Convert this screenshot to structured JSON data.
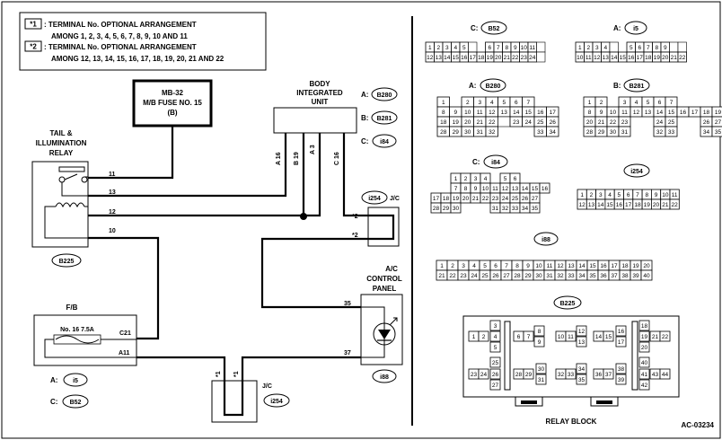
{
  "legend": {
    "items": [
      {
        "mark": "*1",
        "line1": ": TERMINAL No. OPTIONAL ARRANGEMENT",
        "line2": "AMONG 1, 2, 3, 4, 5, 6, 7, 8, 9, 10 AND 11"
      },
      {
        "mark": "*2",
        "line1": ": TERMINAL No. OPTIONAL ARRANGEMENT",
        "line2": "AMONG 12, 13, 14, 15, 16, 17, 18, 19, 20, 21 AND 22"
      }
    ]
  },
  "fuse_box": {
    "line1": "MB-32",
    "line2": "M/B FUSE NO. 15",
    "line3": "(B)"
  },
  "relay": {
    "title_line1": "TAIL &",
    "title_line2": "ILLUMINATION",
    "title_line3": "RELAY",
    "pins": [
      "11",
      "13",
      "12",
      "10"
    ],
    "connector": "B225"
  },
  "biu": {
    "title_line1": "BODY",
    "title_line2": "INTEGRATED",
    "title_line3": "UNIT",
    "pins": [
      "A 16",
      "B 19",
      "A 3",
      "C 16"
    ],
    "connectors": [
      {
        "prefix": "A:",
        "id": "B280"
      },
      {
        "prefix": "B:",
        "id": "B281"
      },
      {
        "prefix": "C:",
        "id": "i84"
      }
    ]
  },
  "jc_top": {
    "connector": "i254",
    "label": "J/C",
    "pins": [
      "*2",
      "*2"
    ]
  },
  "ac_panel": {
    "title_line1": "A/C",
    "title_line2": "CONTROL",
    "title_line3": "PANEL",
    "pins": [
      "35",
      "37"
    ],
    "connector": "i88"
  },
  "fb": {
    "title": "F/B",
    "fuse": "No. 16  7.5A",
    "pins": [
      "C21",
      "A11"
    ],
    "connectors": [
      {
        "prefix": "A:",
        "id": "i5"
      },
      {
        "prefix": "C:",
        "id": "B52"
      }
    ]
  },
  "jc_bottom": {
    "connector": "i254",
    "label": "J/C",
    "pins": [
      "*1",
      "*1"
    ]
  },
  "connector_views": {
    "B52": {
      "prefix": "C:",
      "id": "B52"
    },
    "i5": {
      "prefix": "A:",
      "id": "i5"
    },
    "B280": {
      "prefix": "A:",
      "id": "B280"
    },
    "B281": {
      "prefix": "B:",
      "id": "B281"
    },
    "i84": {
      "prefix": "C:",
      "id": "i84"
    },
    "i254": {
      "id": "i254"
    },
    "i88": {
      "id": "i88"
    },
    "B225": {
      "id": "B225",
      "caption": "RELAY BLOCK"
    }
  },
  "figure_code": "AC-03234"
}
